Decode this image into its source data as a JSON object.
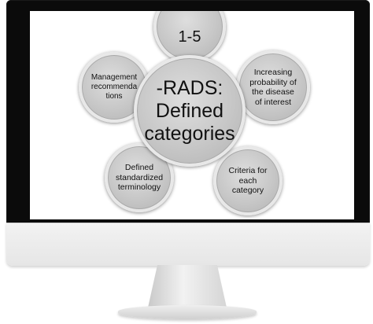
{
  "diagram": {
    "center_label": "-RADS:\nDefined\ncategories",
    "top_label": "1-5",
    "nodes": {
      "management": "Management\nrecommenda\ntions",
      "probability": "Increasing\nprobability of\nthe disease\nof interest",
      "terminology": "Defined\nstandardized\nterminology",
      "criteria": "Criteria for\neach\ncategory"
    }
  }
}
